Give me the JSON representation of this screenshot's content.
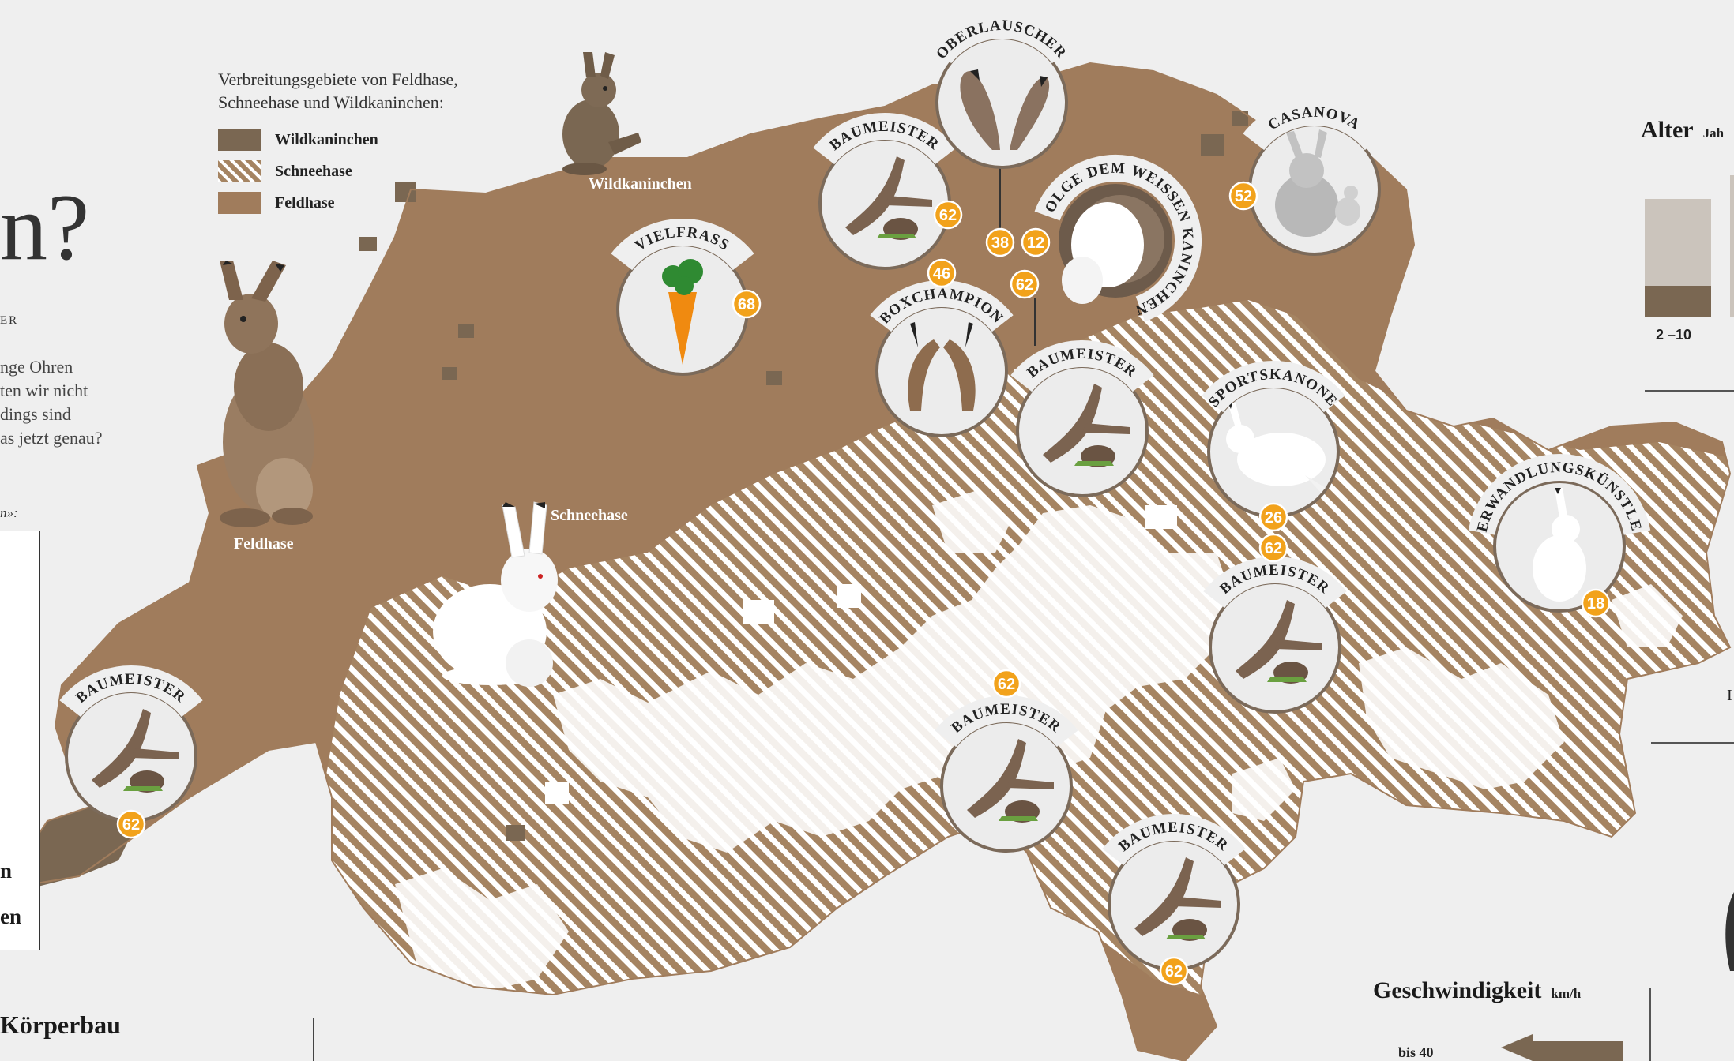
{
  "left_panel": {
    "title_fragment": "n?",
    "byline_fragment": "ER",
    "intro_lines": [
      "nge Ohren",
      "ten wir nicht",
      "dings sind",
      "as jetzt genau?"
    ],
    "sub_fragment": "n»:",
    "box_lines": [
      "n",
      "en"
    ],
    "bottom_heading": "Körperbau"
  },
  "legend": {
    "title_line1": "Verbreitungsgebiete von Feldhase,",
    "title_line2": "Schneehase und Wildkaninchen:",
    "items": [
      {
        "label": "Wildkaninchen",
        "color": "#7a6752",
        "pattern": "solid-dark"
      },
      {
        "label": "Schneehase",
        "color": "#a58462",
        "pattern": "hatched"
      },
      {
        "label": "Feldhase",
        "color": "#a07c5c",
        "pattern": "solid"
      }
    ]
  },
  "map_labels": {
    "wildkaninchen": "Wildkaninchen",
    "feldhase": "Feldhase",
    "schneehase": "Schneehase"
  },
  "colors": {
    "background": "#efefef",
    "feldhase": "#a07c5c",
    "wildkaninchen": "#7a6752",
    "badge": "#f2a21b",
    "circle_border": "#7b6a5a",
    "circle_fill": "#ececec"
  },
  "badges": [
    {
      "id": "vielfrass",
      "title": "Vielfrass",
      "value": "68",
      "icon": "carrot-icon"
    },
    {
      "id": "baumeister-1",
      "title": "Baumeister",
      "value": "62",
      "icon": "burrow-branch-icon"
    },
    {
      "id": "oberlauscher",
      "title": "Oberlauscher",
      "value": "38",
      "icon": "hare-ears-icon"
    },
    {
      "id": "folge",
      "title": "Folge dem weissen Kaninchen",
      "value": "12",
      "icon": "white-rabbit-hole-icon"
    },
    {
      "id": "casanova",
      "title": "Casanova",
      "value": "52",
      "icon": "rabbit-pair-icon"
    },
    {
      "id": "boxchampion",
      "title": "Boxchampion",
      "value": "46",
      "icon": "boxing-hares-icon"
    },
    {
      "id": "baumeister-2",
      "title": "Baumeister",
      "value": "62",
      "icon": "burrow-branch-icon"
    },
    {
      "id": "sportskanone",
      "title": "Sportskanone",
      "value": "26",
      "icon": "running-hare-icon"
    },
    {
      "id": "baumeister-3",
      "title": "Baumeister",
      "value": "62",
      "icon": "burrow-branch-icon"
    },
    {
      "id": "verwandlung",
      "title": "Verwandlungskünstler",
      "value": "18",
      "icon": "white-hare-icon"
    },
    {
      "id": "baumeister-4",
      "title": "Baumeister",
      "value": "62",
      "icon": "burrow-branch-icon"
    },
    {
      "id": "baumeister-5",
      "title": "Baumeister",
      "value": "62",
      "icon": "burrow-branch-icon"
    },
    {
      "id": "baumeister-6",
      "title": "Baumeister",
      "value": "62",
      "icon": "burrow-branch-icon"
    }
  ],
  "right_panel": {
    "alter_title": "Alter",
    "alter_unit": "Jah",
    "alter_tick": "2 –10",
    "alter_bar_share": 0.27,
    "speed_title": "Geschwindigkeit",
    "speed_unit": "km/h",
    "speed_value": "bis 40",
    "edge_fragment": "I"
  }
}
